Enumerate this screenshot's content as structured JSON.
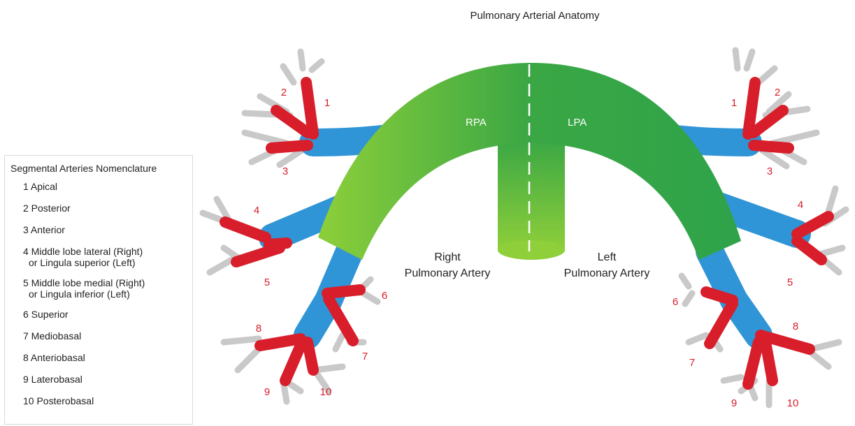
{
  "title": "Pulmonary Arterial Anatomy",
  "colors": {
    "trunk_green": "#5fbe3c",
    "branch_blue": "#2f95d6",
    "segment_red": "#d81e2b",
    "subsegment_gray": "#c9c9c9",
    "label_red": "#d81e2b"
  },
  "trunk_labels": {
    "rpa": "RPA",
    "lpa": "LPA",
    "right_line1": "Right",
    "right_line2": "Pulmonary Artery",
    "left_line1": "Left",
    "left_line2": "Pulmonary Artery"
  },
  "legend": {
    "title": "Segmental Arteries Nomenclature",
    "items": [
      {
        "line1": "1 Apical",
        "line2": ""
      },
      {
        "line1": "2 Posterior",
        "line2": ""
      },
      {
        "line1": "3 Anterior",
        "line2": ""
      },
      {
        "line1": "4 Middle lobe lateral (Right)",
        "line2": "or Lingula superior (Left)"
      },
      {
        "line1": "5 Middle lobe medial (Right)",
        "line2": "or Lingula inferior (Left)"
      },
      {
        "line1": "6 Superior",
        "line2": ""
      },
      {
        "line1": "7 Mediobasal",
        "line2": ""
      },
      {
        "line1": "8 Anteriobasal",
        "line2": ""
      },
      {
        "line1": "9 Laterobasal",
        "line2": ""
      },
      {
        "line1": "10 Posterobasal",
        "line2": ""
      }
    ]
  },
  "segment_labels": {
    "right": [
      "1",
      "2",
      "3",
      "4",
      "5",
      "6",
      "7",
      "8",
      "9",
      "10"
    ],
    "left": [
      "1",
      "2",
      "3",
      "4",
      "5",
      "6",
      "7",
      "8",
      "9",
      "10"
    ]
  }
}
